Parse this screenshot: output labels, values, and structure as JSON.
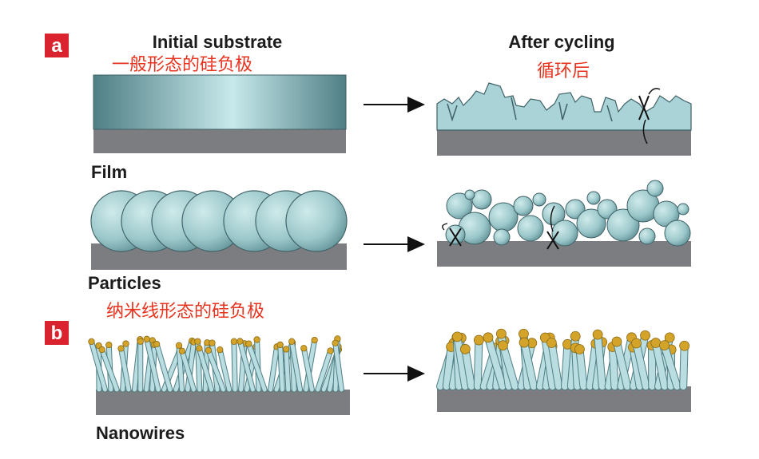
{
  "panels": {
    "a": {
      "letter": "a"
    },
    "b": {
      "letter": "b"
    }
  },
  "headers": {
    "initial": "Initial substrate",
    "initial_cn": "一般形态的硅负极",
    "after": "After cycling",
    "after_cn": "循环后"
  },
  "rows": {
    "film": "Film",
    "particles": "Particles",
    "nanowires": "Nanowires",
    "nanowires_cn": "纳米线形态的硅负极"
  },
  "colors": {
    "accent_red": "#e8331f",
    "panel_badge": "#d9232e",
    "substrate": "#7b7d80",
    "silicon_light": "#b9dde0",
    "silicon_dark": "#5f8e94",
    "tip_gold": "#d4a32a"
  }
}
